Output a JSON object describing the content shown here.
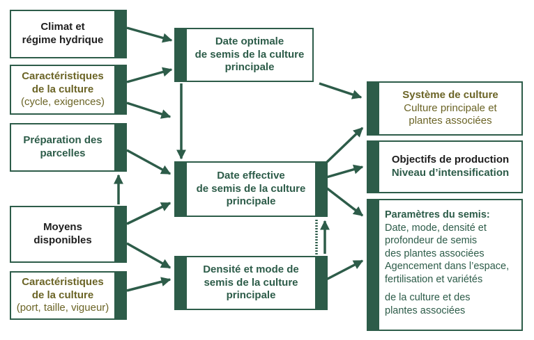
{
  "nodes": {
    "climat": [
      "Climat et",
      "régime hydrique"
    ],
    "carac1": {
      "title": [
        "Caractéristiques",
        "de la culture"
      ],
      "detail": "(cycle, exigences)"
    },
    "preparation": [
      "Préparation des",
      "parcelles"
    ],
    "moyens": [
      "Moyens",
      "disponibles"
    ],
    "carac2": {
      "title": [
        "Caractéristiques",
        "de la culture"
      ],
      "detail": "(port, taille, vigueur)"
    },
    "date_optimale": [
      "Date optimale",
      "de semis de la culture",
      "principale"
    ],
    "date_effective": [
      "Date effective",
      "de semis de la culture",
      "principale"
    ],
    "densite": [
      "Densité et mode de",
      "semis  de la culture",
      "principale"
    ],
    "systeme": {
      "title": "Système de culture",
      "detail": [
        "Culture principale et",
        "plantes associées"
      ]
    },
    "objectifs": [
      "Objectifs de production",
      "Niveau d’intensification"
    ],
    "parametres": {
      "title": "Paramètres du semis:",
      "detail": [
        "Date, mode, densité et",
        "profondeur de semis",
        "des plantes associées",
        "Agencement dans l’espace,",
        "fertilisation et variétés"
      ],
      "extra": [
        "de la culture et des",
        "plantes associées"
      ]
    }
  },
  "colors": {
    "box_border": "#2d5c49",
    "bar": "#2d5c49",
    "arrow": "#2d5c49",
    "text_dark": "#1e1e1e",
    "text_green": "#2d5c49",
    "text_olive": "#6b6426"
  }
}
